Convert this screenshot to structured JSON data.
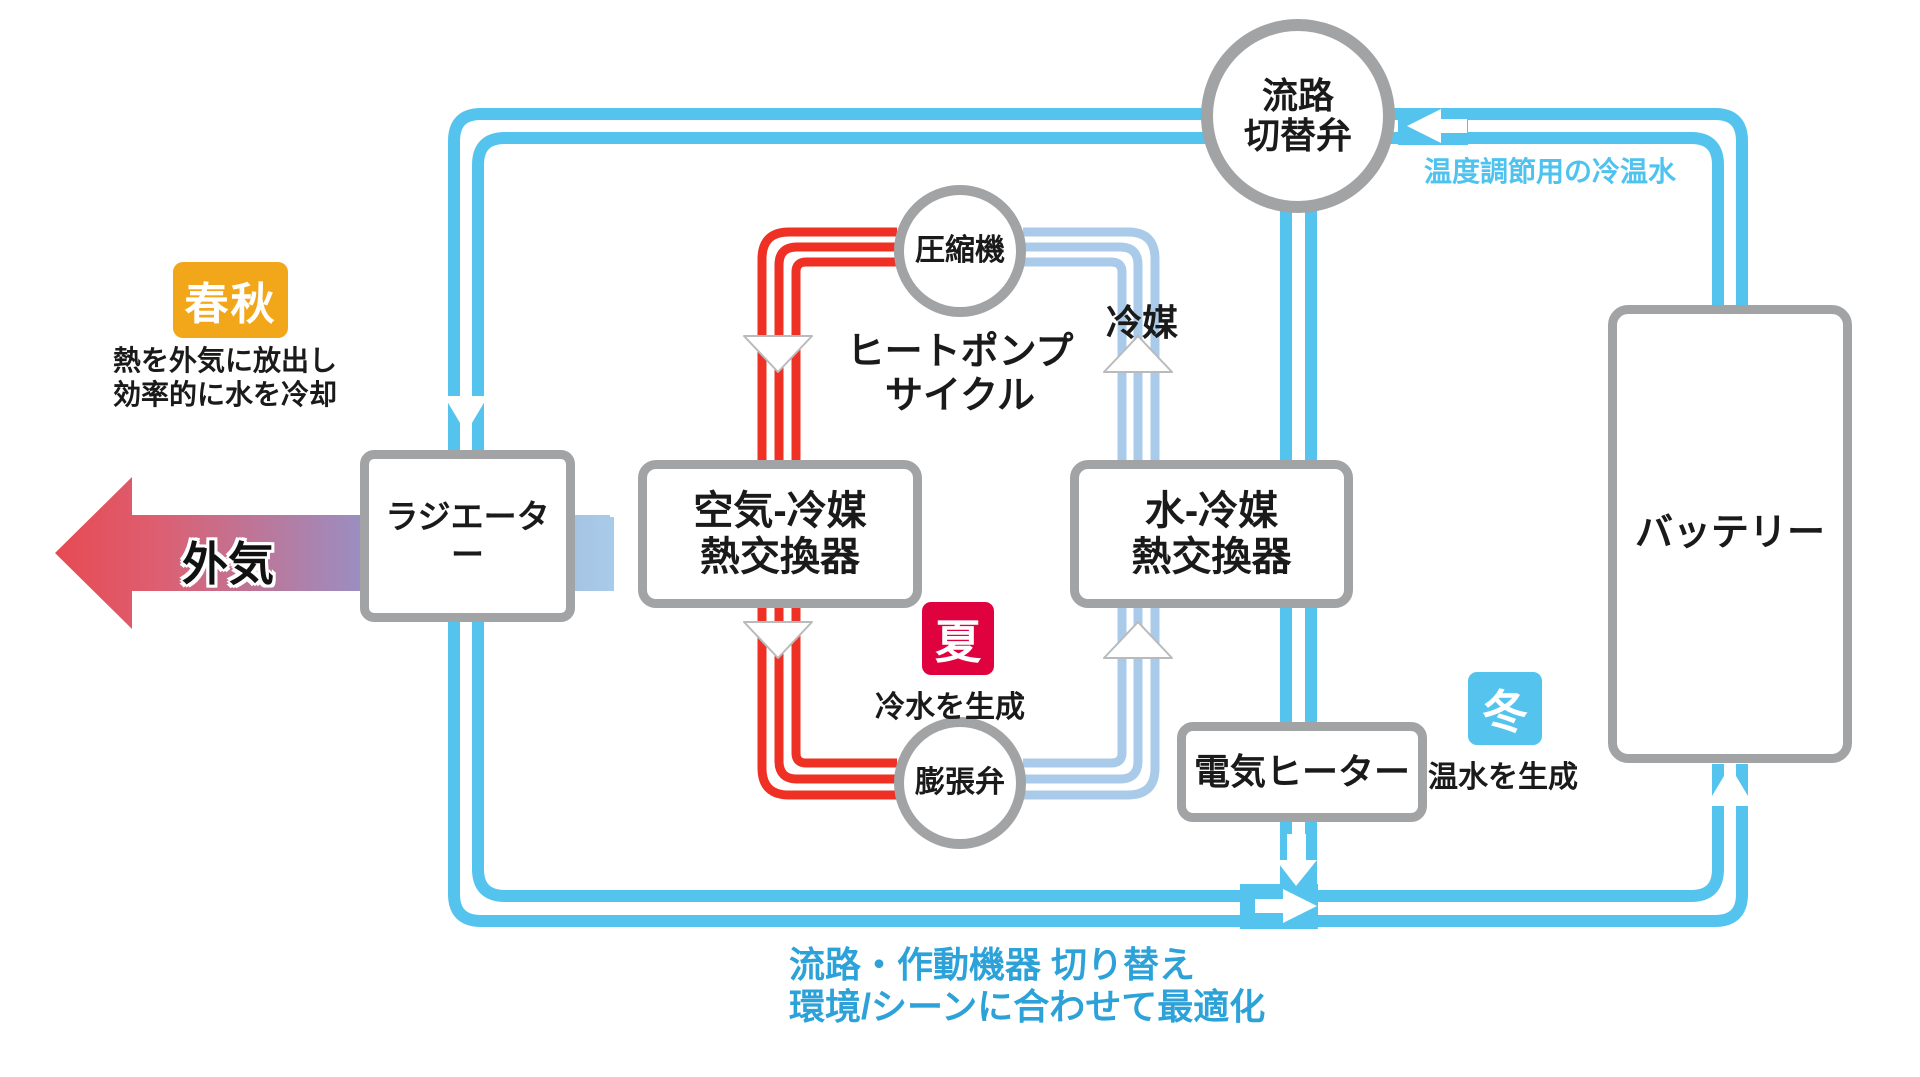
{
  "diagram": {
    "colors": {
      "water_pipe_blue": "#54C3EE",
      "refrigerant_hot_red": "#EE3124",
      "refrigerant_cold_blue": "#A9CBE9",
      "node_border_gray": "#A2A3A5",
      "caption_blue": "#2CA2D8",
      "outside_air_gradient_left": "#E64A52",
      "outside_air_gradient_right": "#A8CBE9"
    },
    "nodes": {
      "flow_switch_valve": {
        "label_line1": "流路",
        "label_line2": "切替弁"
      },
      "compressor": {
        "label": "圧縮機"
      },
      "expansion_valve": {
        "label": "膨張弁"
      },
      "radiator": {
        "label": "ラジエーター"
      },
      "air_refrigerant_hx": {
        "label_line1": "空気-冷媒",
        "label_line2": "熱交換器"
      },
      "water_refrigerant_hx": {
        "label_line1": "水-冷媒",
        "label_line2": "熱交換器"
      },
      "electric_heater": {
        "label": "電気ヒーター"
      },
      "battery": {
        "label": "バッテリー"
      }
    },
    "labels": {
      "heat_pump_cycle_line1": "ヒートポンプ",
      "heat_pump_cycle_line2": "サイクル",
      "refrigerant": "冷媒",
      "outside_air": "外気",
      "water_note": "温度調節用の冷温水",
      "caption_line1": "流路・作動機器 切り替え",
      "caption_line2": "環境/シーンに合わせて最適化"
    },
    "badges": {
      "spring_autumn": {
        "label": "春秋",
        "color": "#F2A71B",
        "desc_line1": "熱を外気に放出し",
        "desc_line2": "効率的に水を冷却"
      },
      "summer": {
        "label": "夏",
        "color": "#E0013F",
        "desc": "冷水を生成"
      },
      "winter": {
        "label": "冬",
        "color": "#54C3EE",
        "desc": "温水を生成"
      }
    }
  }
}
